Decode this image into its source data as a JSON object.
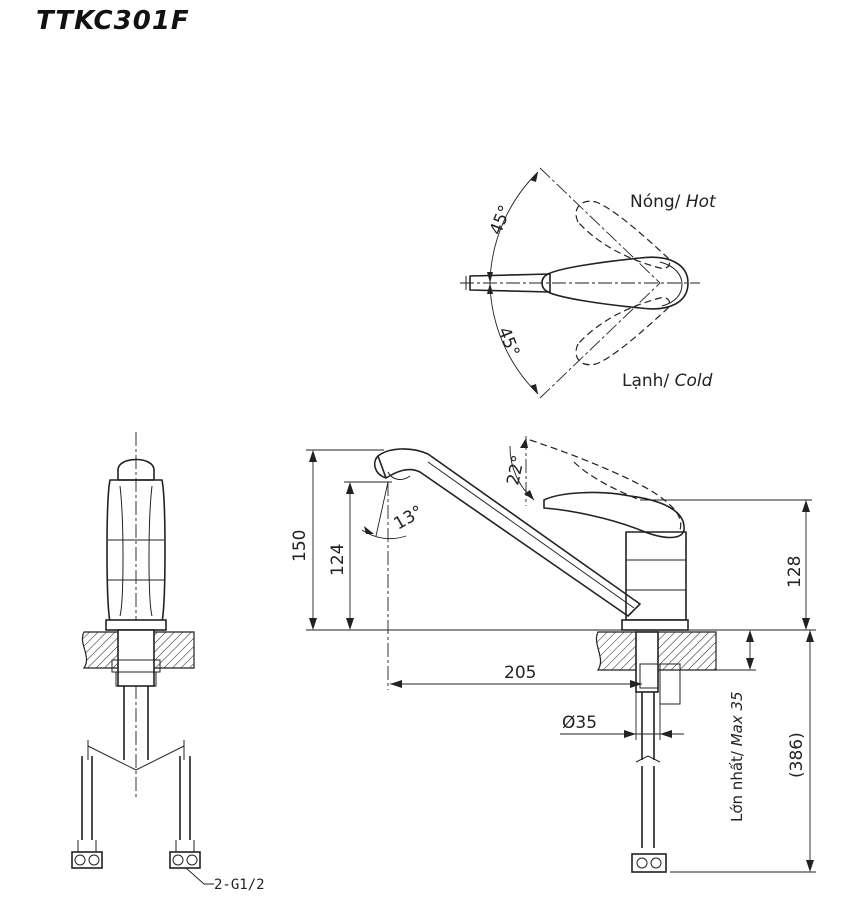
{
  "title": "TTKC301F",
  "labels": {
    "hot_prefix": "Nóng/ ",
    "hot_word": "Hot",
    "cold_prefix": "Lạnh/ ",
    "cold_word": "Cold",
    "angle_top": "45°",
    "angle_bottom": "45°",
    "angle_handle": "22°",
    "angle_spout": "13°",
    "connector": "2-G1/2",
    "max_prefix": "Lớn nhất/ ",
    "max_word": "Max 35"
  },
  "dimensions": {
    "total_height": "150",
    "spout_height": "124",
    "body_height": "128",
    "reach": "205",
    "hole_diameter": "Ø35",
    "below_counter": "(386)"
  }
}
